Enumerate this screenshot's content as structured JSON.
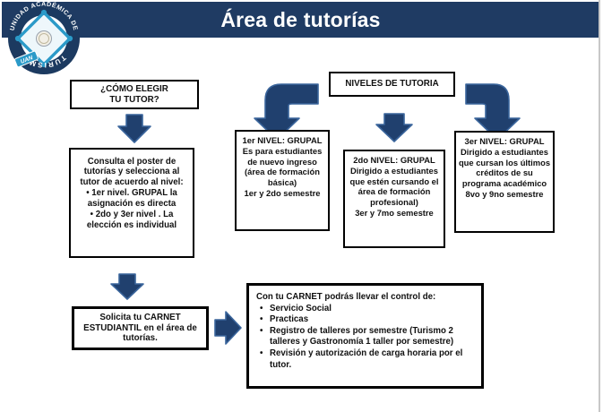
{
  "header": {
    "title": "Área de tutorías"
  },
  "logo": {
    "arc_top": "UNIDAD ACADÉMICA DE",
    "arc_bottom": "TURISMO",
    "ribbon": "UAN"
  },
  "boxes": {
    "como": {
      "text": "¿CÓMO ELEGIR TU TUTOR?"
    },
    "niveles": {
      "text": "NIVELES DE TUTORIA"
    },
    "consulta": {
      "heading": "Consulta el poster de tutorías y selecciona al tutor de acuerdo al nivel:",
      "bullets": [
        "1er nivel. GRUPAL la asignación es directa",
        "2do y 3er nivel . La elección es individual"
      ]
    },
    "solicita": {
      "text": "Solicita tu CARNET ESTUDIANTIL en el área de tutorías."
    },
    "levels": [
      {
        "title": "1er NIVEL: GRUPAL",
        "body": "Es para estudiantes de nuevo ingreso (área de formación básica)",
        "footer": "1er  y 2do semestre"
      },
      {
        "title": "2do NIVEL: GRUPAL",
        "body": "Dirigido a estudiantes que estén cursando el área de formación profesional)",
        "footer": "3er  y 7mo semestre"
      },
      {
        "title": "3er NIVEL: GRUPAL",
        "body": "Dirigido a estudiantes que cursan los últimos créditos de su programa académico",
        "footer": "8vo  y 9no semestre"
      }
    ],
    "carnet": {
      "heading": "Con tu CARNET podrás llevar el control de:",
      "bullets": [
        "Servicio Social",
        "Practicas",
        "Registro de talleres por semestre (Turismo 2 talleres y Gastronomía 1 taller por semestre)",
        "Revisión y autorización de carga horaria por el tutor."
      ]
    }
  },
  "colors": {
    "navy": "#1F3B63",
    "arrow_fill": "#20406E",
    "arrow_edge": "#3A659C",
    "logo_blue": "#2B9AC8"
  }
}
